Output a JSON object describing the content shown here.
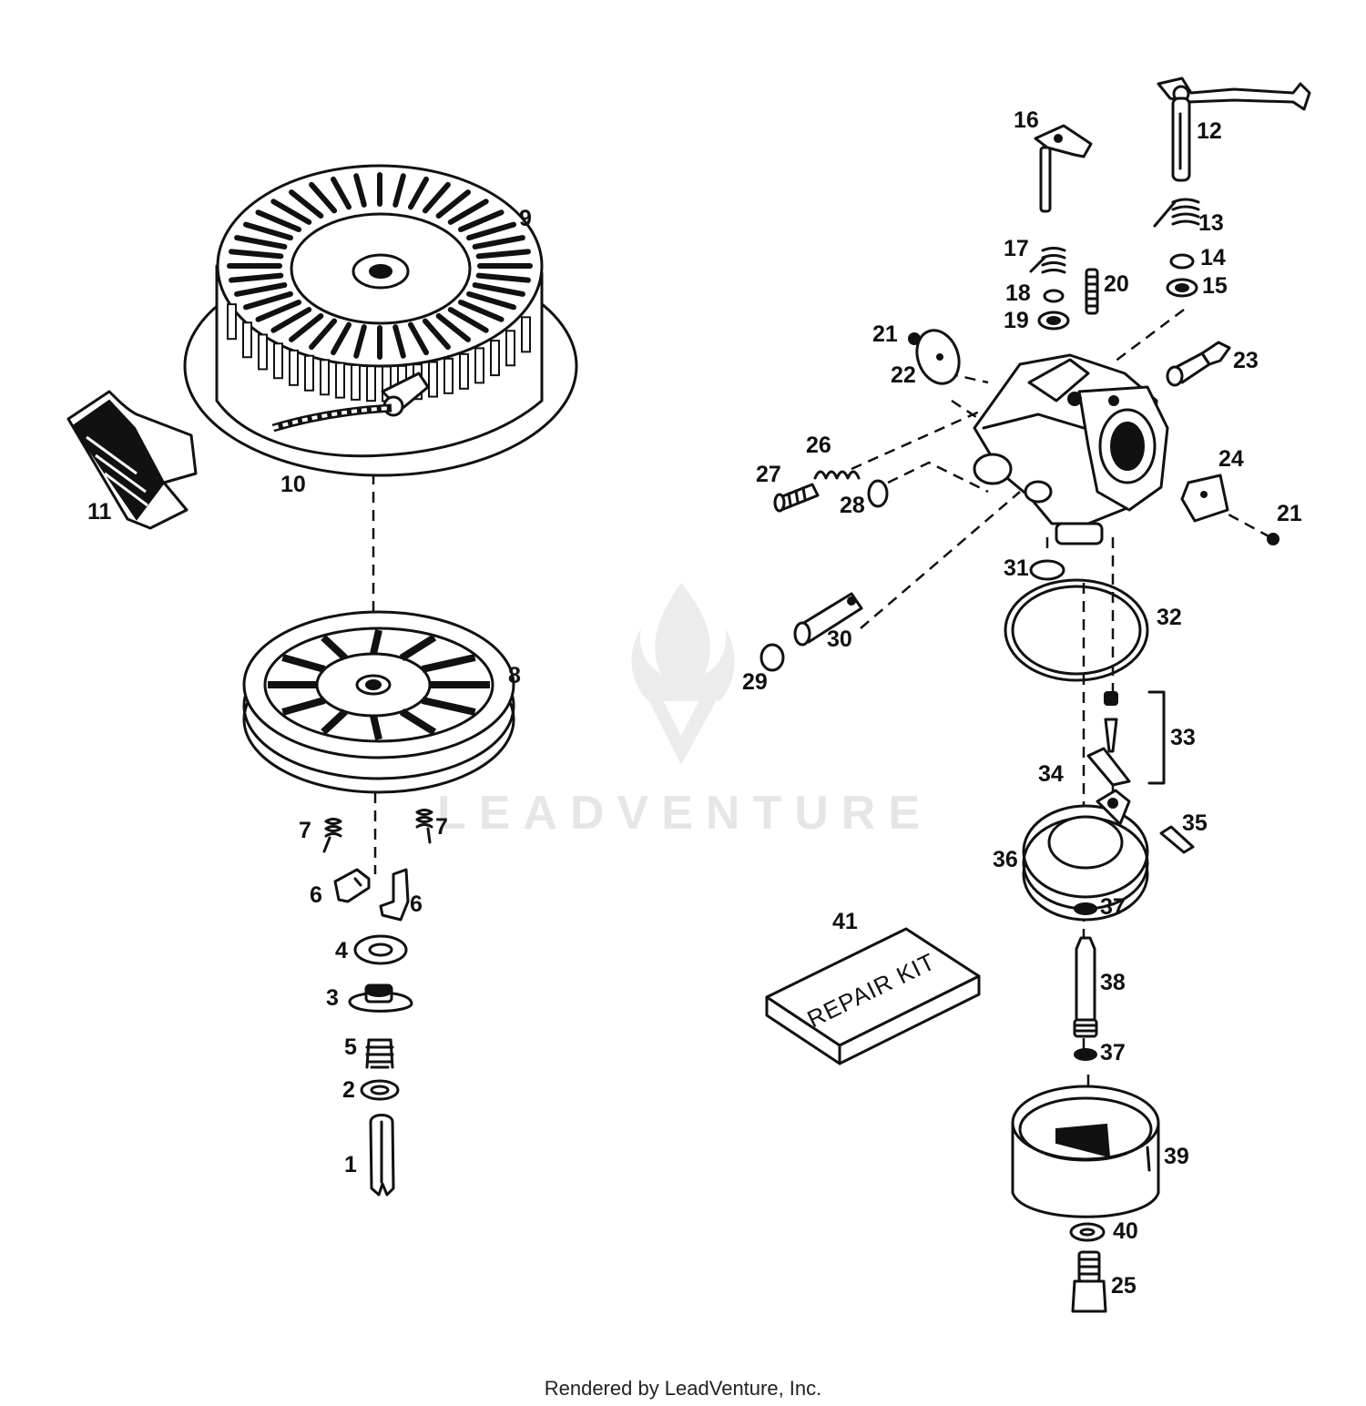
{
  "watermark": "LEADVENTURE",
  "footer": "Rendered by LeadVenture, Inc.",
  "repair_kit_text": "REPAIR KIT",
  "callouts": {
    "c1": "1",
    "c2": "2",
    "c3": "3",
    "c4": "4",
    "c5": "5",
    "c6a": "6",
    "c6b": "6",
    "c7a": "7",
    "c7b": "7",
    "c8": "8",
    "c9": "9",
    "c10": "10",
    "c11": "11",
    "c12": "12",
    "c13": "13",
    "c14": "14",
    "c15": "15",
    "c16": "16",
    "c17": "17",
    "c18": "18",
    "c19": "19",
    "c20": "20",
    "c21a": "21",
    "c21b": "21",
    "c22": "22",
    "c23": "23",
    "c24": "24",
    "c25": "25",
    "c26": "26",
    "c27": "27",
    "c28": "28",
    "c29": "29",
    "c30": "30",
    "c31": "31",
    "c32": "32",
    "c33": "33",
    "c34": "34",
    "c35": "35",
    "c36": "36",
    "c37a": "37",
    "c37b": "37",
    "c38": "38",
    "c39": "39",
    "c40": "40",
    "c41": "41"
  }
}
